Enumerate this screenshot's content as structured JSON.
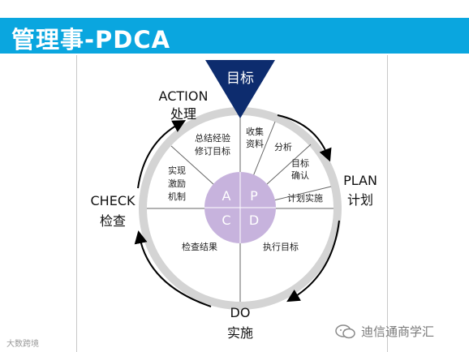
{
  "header": {
    "title": "管理事-PDCA"
  },
  "diagram": {
    "target_label": "目标",
    "stages": {
      "action": {
        "en": "ACTION",
        "zh": "处理"
      },
      "plan": {
        "en": "PLAN",
        "zh": "计划"
      },
      "check": {
        "en": "CHECK",
        "zh": "检查"
      },
      "do": {
        "en": "DO",
        "zh": "实施"
      }
    },
    "center": {
      "a": "A",
      "p": "P",
      "c": "C",
      "d": "D"
    },
    "plan_segments": {
      "s1": [
        "收集",
        "资料"
      ],
      "s2": "分析",
      "s3": [
        "目标",
        "确认"
      ],
      "s4": "计划实施"
    },
    "action_segments": {
      "s1": [
        "总结经验",
        "修订目标"
      ],
      "s2": [
        "实现",
        "激励",
        "机制"
      ]
    },
    "check_segment": "检查结果",
    "do_segment": "执行目标"
  },
  "footer": {
    "watermark": "大数跨境",
    "brand": "迪信通商学汇"
  },
  "colors": {
    "header_bg": "#0aa6df",
    "triangle": "#0d2c6e",
    "center_circle": "#c7b3dd",
    "ring": "#cfcfcf"
  }
}
